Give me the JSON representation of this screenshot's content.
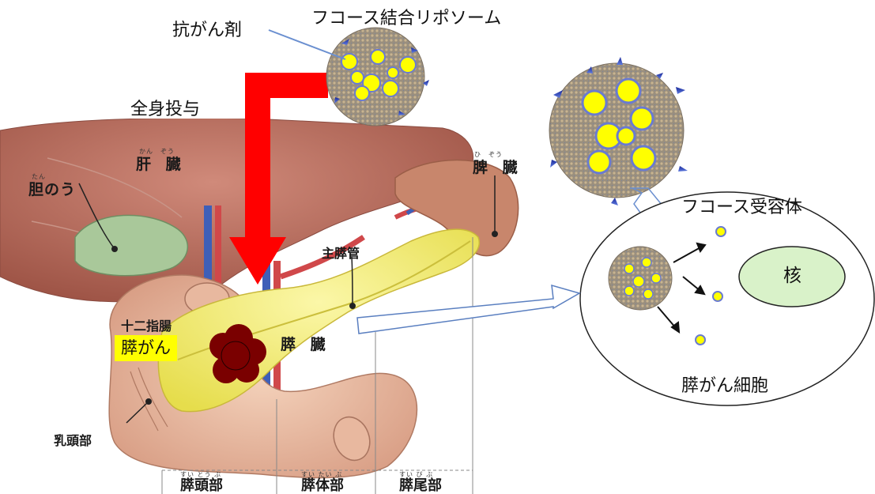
{
  "labels": {
    "anticancer_drug": "抗がん剤",
    "liposome": "フコース結合リポソーム",
    "systemic": "全身投与",
    "liver": "肝 臓",
    "liver_ruby": "かん　ぞう",
    "gallbladder": "胆のう",
    "gallbladder_ruby": "たん",
    "spleen": "脾 臓",
    "spleen_ruby": "ひ　ぞう",
    "main_duct": "主膵管",
    "duodenum": "十二指腸",
    "pancreatic_cancer": "膵がん",
    "pancreas": "膵 臓",
    "papilla": "乳頭部",
    "head": "膵頭部",
    "head_ruby": "すい とう ぶ",
    "body": "膵体部",
    "body_ruby": "すい たい ぶ",
    "tail": "膵尾部",
    "tail_ruby": "すい  び  ぶ",
    "receptor": "フコース受容体",
    "nucleus": "核",
    "cancer_cell": "膵がん細胞"
  },
  "colors": {
    "arrow_red": "#ff0000",
    "cancer_label_bg": "#ffff00",
    "nucleus_fill": "#d9f2c9",
    "tumor": "#7a0000",
    "pancreas": "#f3ee70",
    "liver": "#b86a5e",
    "spleen": "#c8866c"
  }
}
